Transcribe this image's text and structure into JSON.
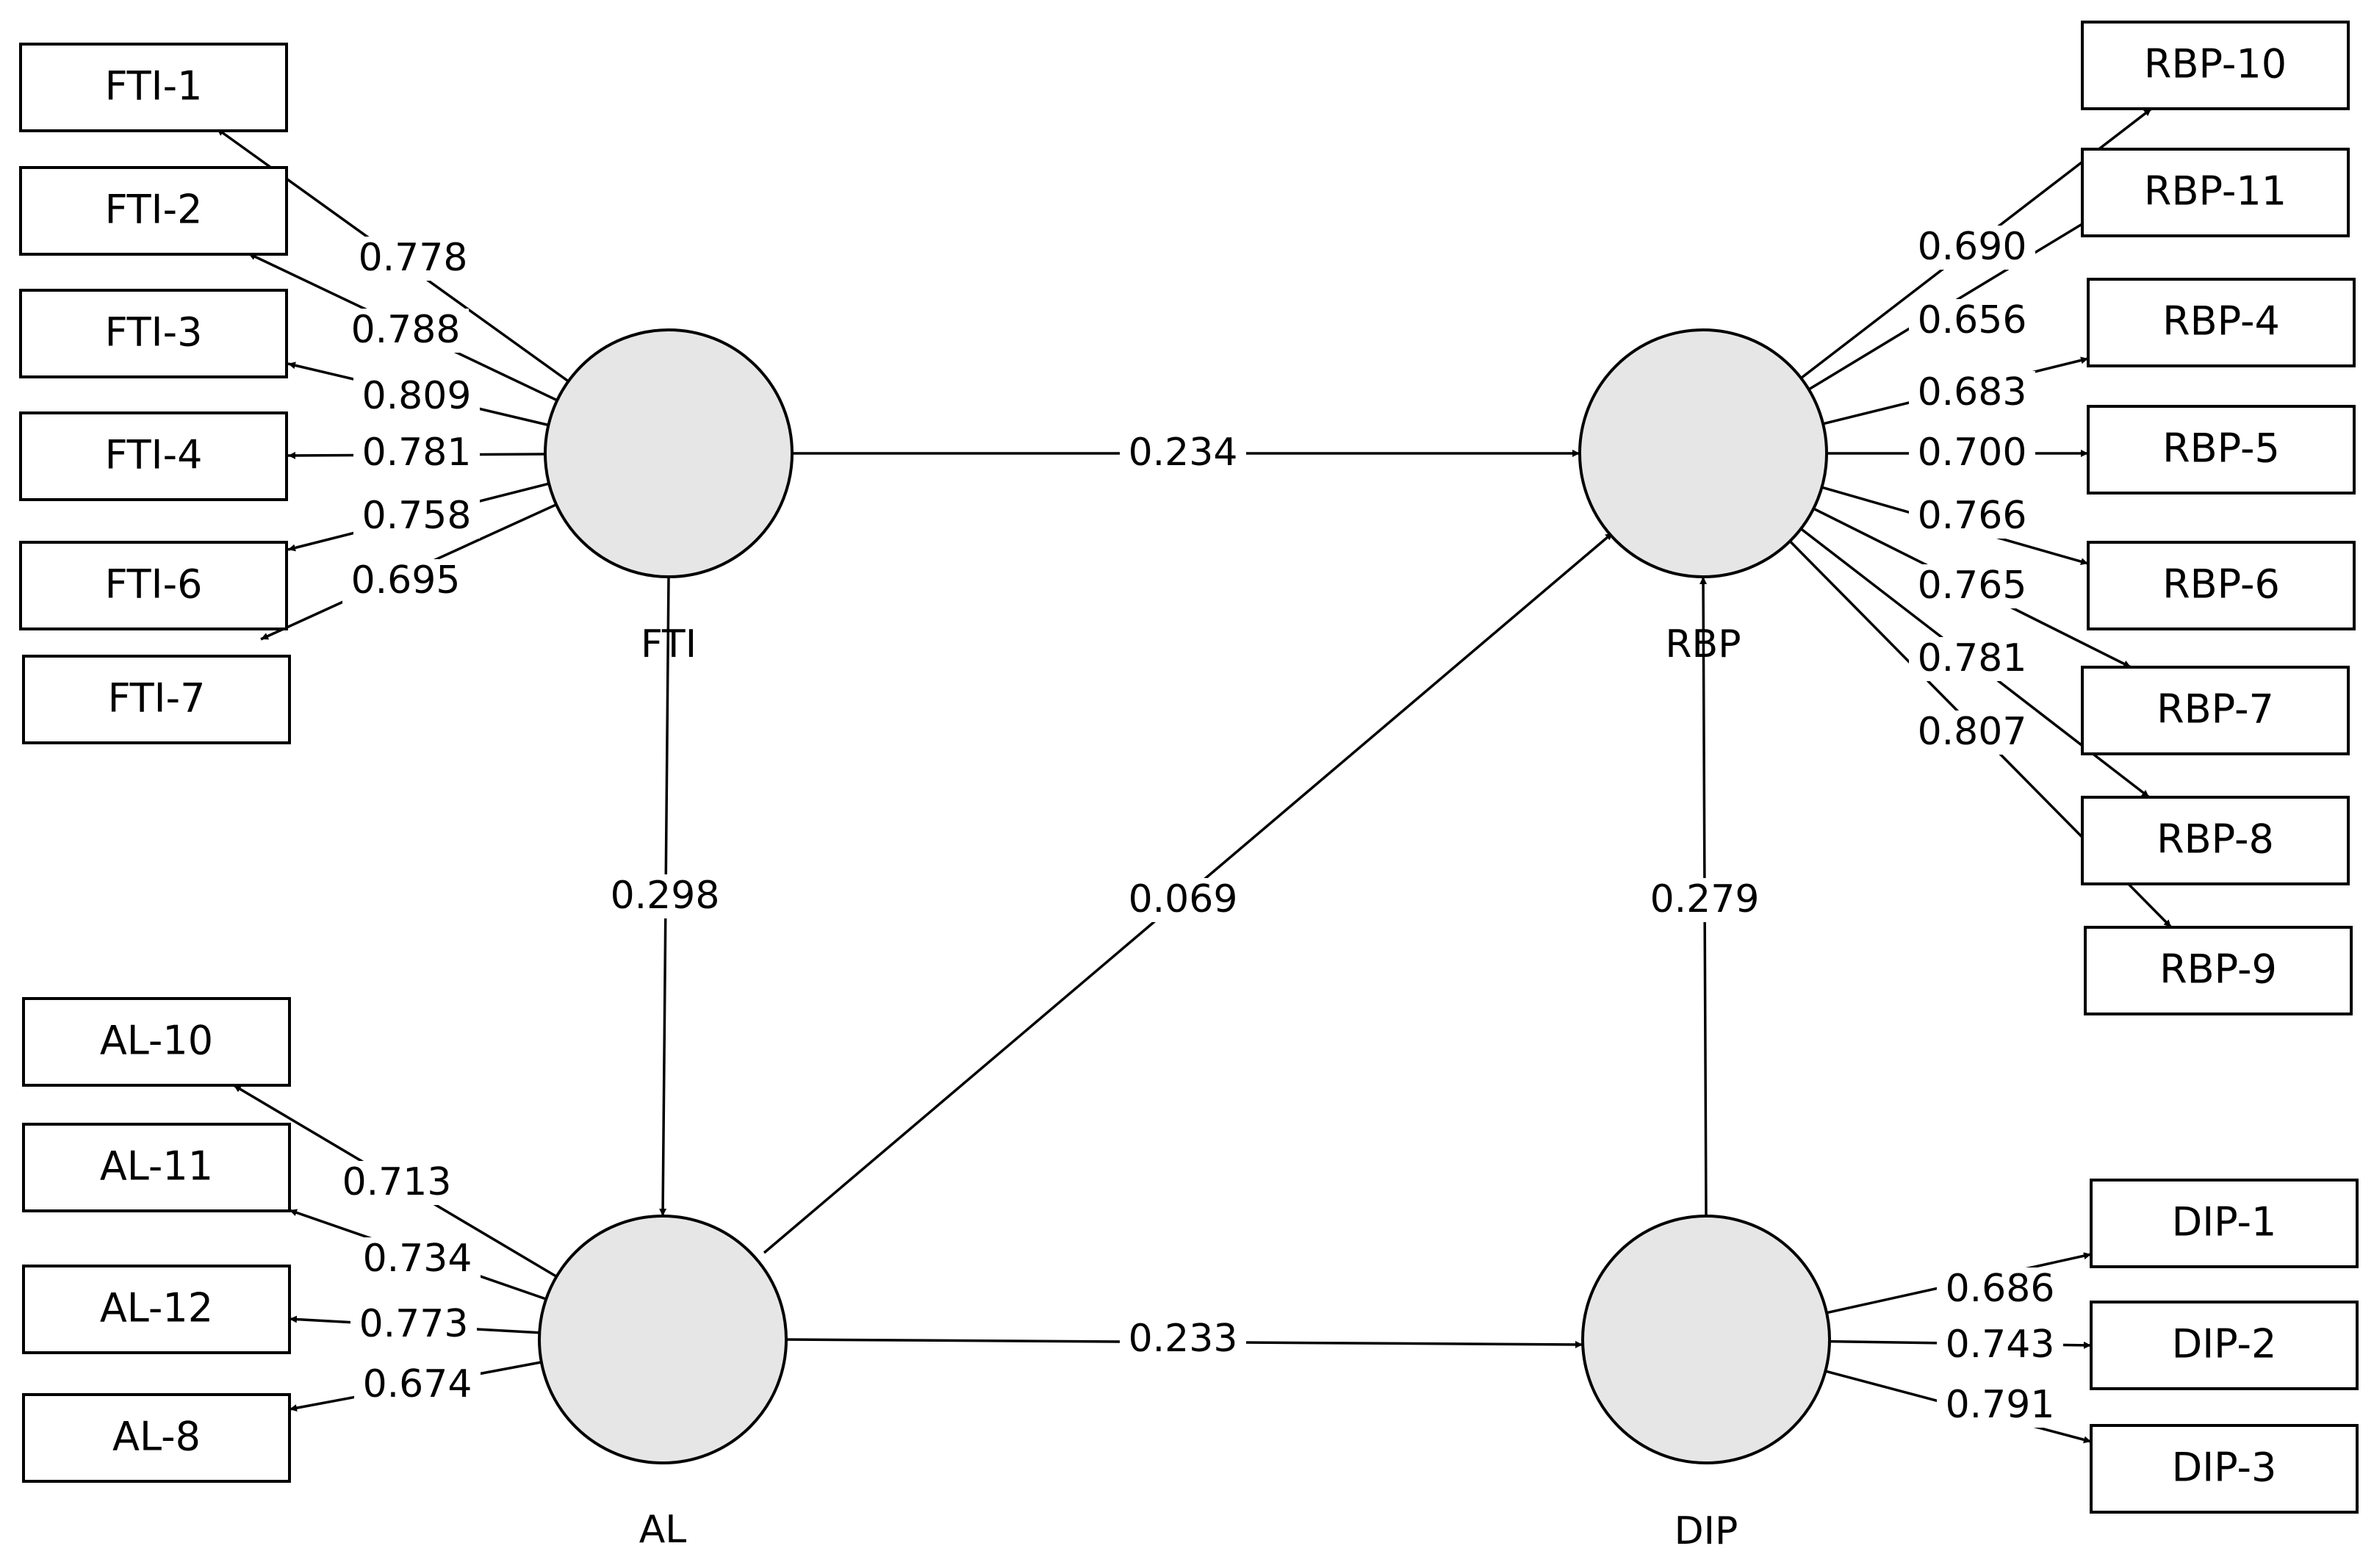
{
  "constructs": [
    {
      "id": "FTI",
      "label": "FTI"
    },
    {
      "id": "RBP",
      "label": "RBP"
    },
    {
      "id": "AL",
      "label": "AL"
    },
    {
      "id": "DIP",
      "label": "DIP"
    }
  ],
  "indicators": [
    {
      "construct": "FTI",
      "label": "FTI-1",
      "loading": "0.778"
    },
    {
      "construct": "FTI",
      "label": "FTI-2",
      "loading": "0.788"
    },
    {
      "construct": "FTI",
      "label": "FTI-3",
      "loading": "0.809"
    },
    {
      "construct": "FTI",
      "label": "FTI-4",
      "loading": "0.781"
    },
    {
      "construct": "FTI",
      "label": "FTI-6",
      "loading": "0.758"
    },
    {
      "construct": "FTI",
      "label": "FTI-7",
      "loading": "0.695"
    },
    {
      "construct": "RBP",
      "label": "RBP-10",
      "loading": "0.690"
    },
    {
      "construct": "RBP",
      "label": "RBP-11",
      "loading": "0.656"
    },
    {
      "construct": "RBP",
      "label": "RBP-4",
      "loading": "0.683"
    },
    {
      "construct": "RBP",
      "label": "RBP-5",
      "loading": "0.700"
    },
    {
      "construct": "RBP",
      "label": "RBP-6",
      "loading": "0.766"
    },
    {
      "construct": "RBP",
      "label": "RBP-7",
      "loading": "0.765"
    },
    {
      "construct": "RBP",
      "label": "RBP-8",
      "loading": "0.781"
    },
    {
      "construct": "RBP",
      "label": "RBP-9",
      "loading": "0.807"
    },
    {
      "construct": "AL",
      "label": "AL-10",
      "loading": "0.713"
    },
    {
      "construct": "AL",
      "label": "AL-11",
      "loading": "0.734"
    },
    {
      "construct": "AL",
      "label": "AL-12",
      "loading": "0.773"
    },
    {
      "construct": "AL",
      "label": "AL-8",
      "loading": "0.674"
    },
    {
      "construct": "DIP",
      "label": "DIP-1",
      "loading": "0.686"
    },
    {
      "construct": "DIP",
      "label": "DIP-2",
      "loading": "0.743"
    },
    {
      "construct": "DIP",
      "label": "DIP-3",
      "loading": "0.791"
    }
  ],
  "paths": [
    {
      "from": "FTI",
      "to": "RBP",
      "coefficient": "0.234"
    },
    {
      "from": "FTI",
      "to": "AL",
      "coefficient": "0.298"
    },
    {
      "from": "AL",
      "to": "RBP",
      "coefficient": "0.069"
    },
    {
      "from": "DIP",
      "to": "RBP",
      "coefficient": "0.279"
    },
    {
      "from": "AL",
      "to": "DIP",
      "coefficient": "0.233"
    }
  ]
}
